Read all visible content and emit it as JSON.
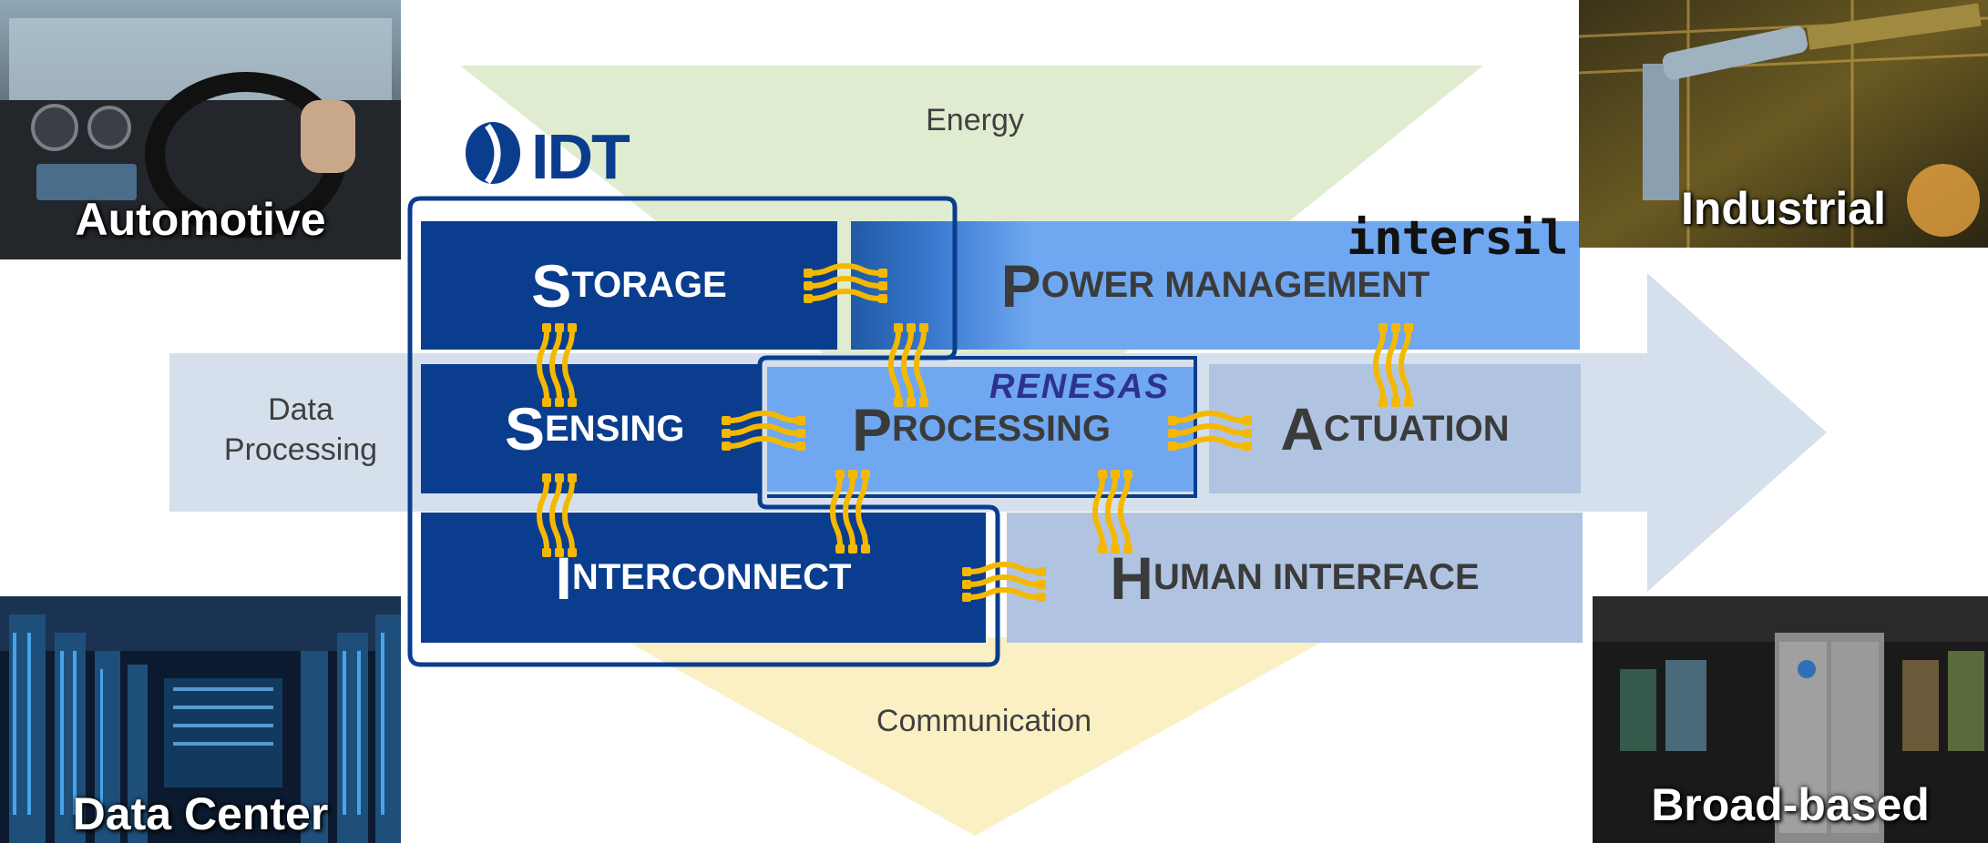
{
  "axes": {
    "energy": "Energy",
    "communication": "Communication",
    "data_processing_line1": "Data",
    "data_processing_line2": "Processing"
  },
  "corners": {
    "automotive": "Automotive",
    "industrial": "Industrial",
    "data_center": "Data Center",
    "broad_based": "Broad-based"
  },
  "logos": {
    "idt": "IDT",
    "intersil": "intersil",
    "renesas": "RENESAS"
  },
  "blocks": {
    "storage": {
      "cap": "S",
      "rest": "torage"
    },
    "power": {
      "cap": "P",
      "rest": "ower management"
    },
    "sensing": {
      "cap": "S",
      "rest": "ensing"
    },
    "processing": {
      "cap": "P",
      "rest": "rocessing"
    },
    "actuation": {
      "cap": "A",
      "rest": "ctuation"
    },
    "interconnect": {
      "cap": "I",
      "rest": "nterconnect"
    },
    "human": {
      "cap": "H",
      "rest": "uman interface"
    }
  },
  "colors": {
    "dark_block": "#0a3d8d",
    "mid_block": "#6fa8f0",
    "light_block": "#b0c4e2",
    "connector": "#f5b800",
    "energy_triangle": "#dfeccf",
    "communication_triangle": "#fbf0c4",
    "arrow": "#d6e0ec"
  }
}
